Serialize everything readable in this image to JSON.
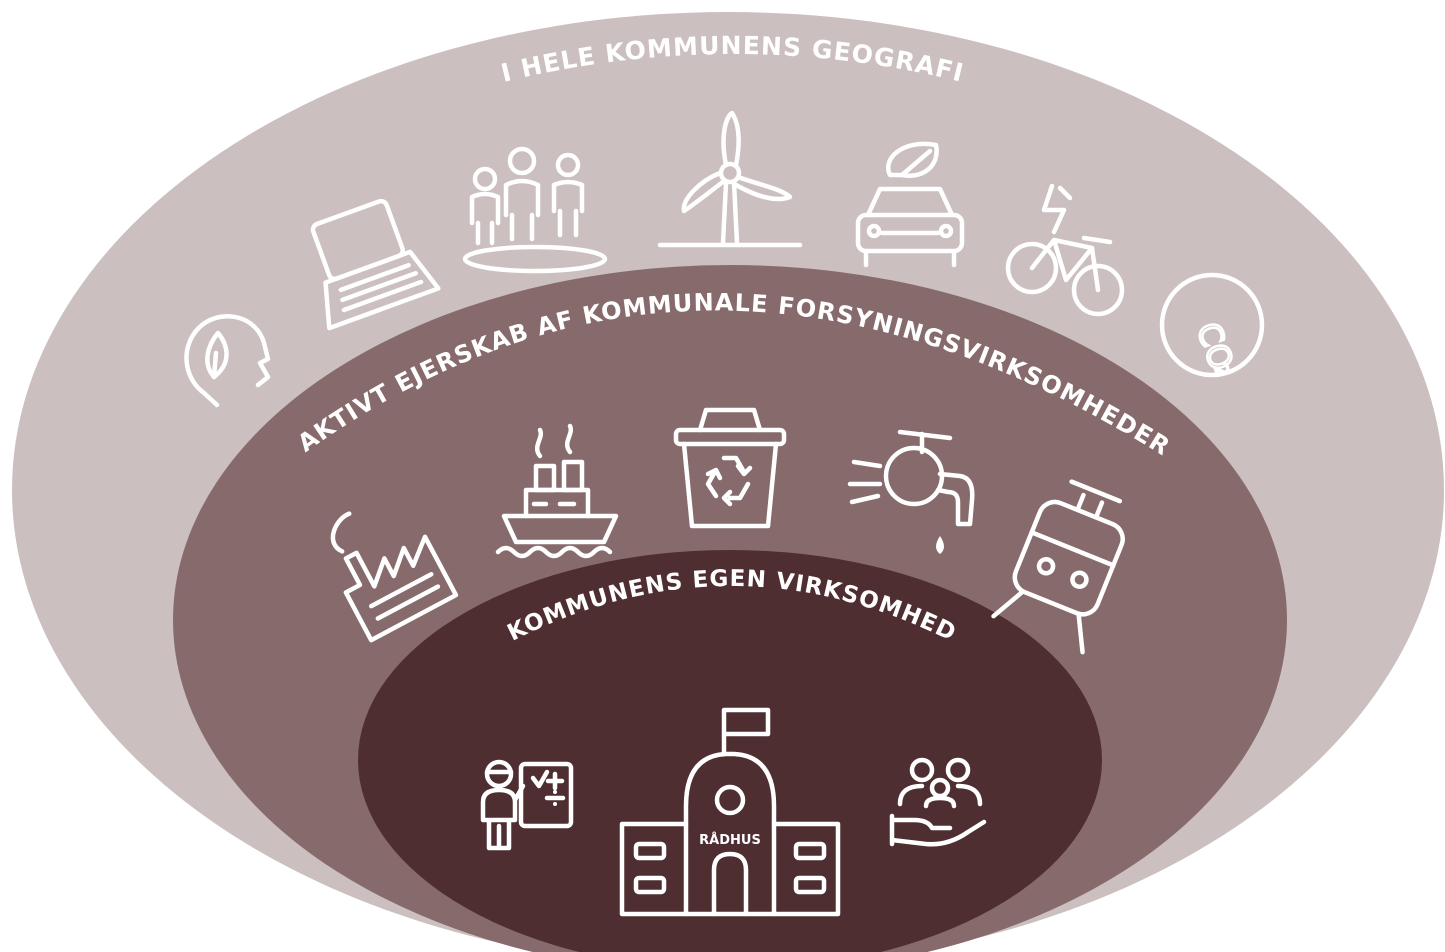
{
  "colors": {
    "outer_ring": "#cbbfbf",
    "middle_ring": "#876b6c",
    "inner_ring": "#4f2e31",
    "icon_stroke": "#ffffff"
  },
  "rings": {
    "outer": {
      "label": "I HELE KOMMUNENS GEOGRAFI",
      "icons": [
        "head-leaf-icon",
        "laptop-icon",
        "people-group-icon",
        "wind-turbine-icon",
        "car-leaf-icon",
        "electric-bike-icon",
        "co2-icon"
      ]
    },
    "middle": {
      "label": "AKTIVT EJERSKAB AF KOMMUNALE FORSYNINGSVIRKSOMHEDER",
      "icons": [
        "factory-icon",
        "ship-icon",
        "recycle-bin-icon",
        "water-tap-icon",
        "train-icon"
      ]
    },
    "inner": {
      "label": "KOMMUNENS EGEN VIRKSOMHED",
      "icons": [
        "teacher-icon",
        "city-hall-icon",
        "care-hand-icon"
      ],
      "building_label": "RÅDHUS"
    }
  }
}
